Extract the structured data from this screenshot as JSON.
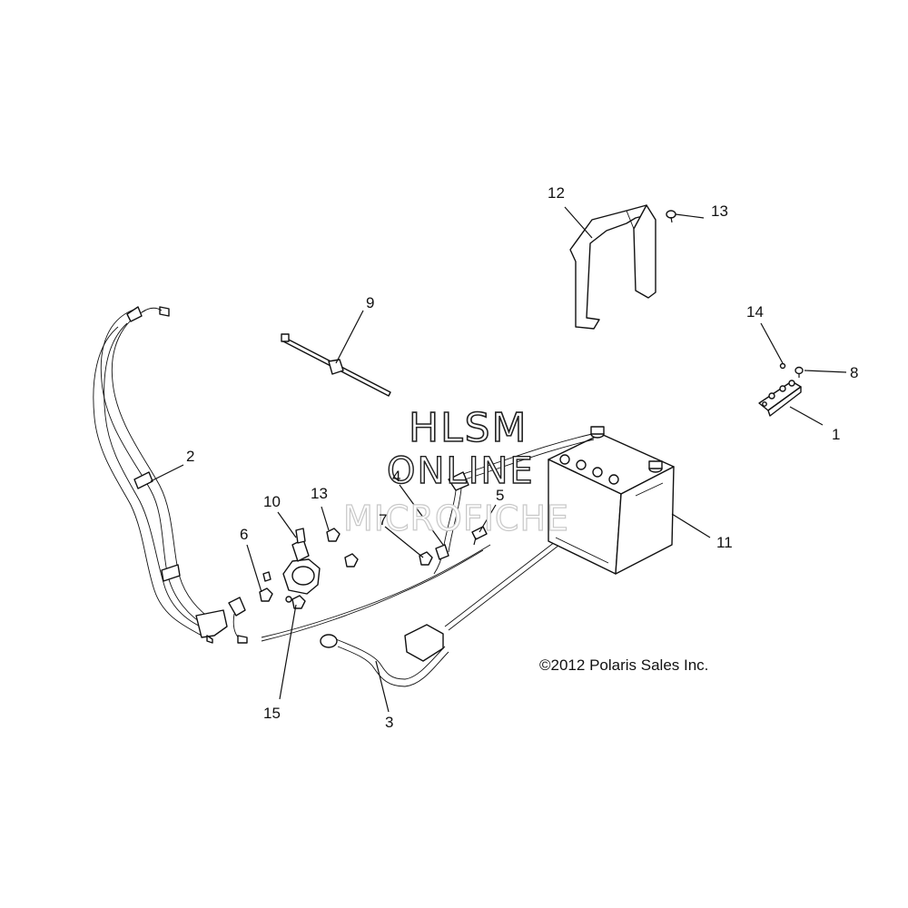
{
  "diagram": {
    "callouts": [
      {
        "id": "1",
        "label": "1"
      },
      {
        "id": "2",
        "label": "2"
      },
      {
        "id": "3",
        "label": "3"
      },
      {
        "id": "4",
        "label": "4"
      },
      {
        "id": "5",
        "label": "5"
      },
      {
        "id": "6",
        "label": "6"
      },
      {
        "id": "7",
        "label": "7"
      },
      {
        "id": "8",
        "label": "8"
      },
      {
        "id": "9",
        "label": "9"
      },
      {
        "id": "10",
        "label": "10"
      },
      {
        "id": "11",
        "label": "11"
      },
      {
        "id": "12",
        "label": "12"
      },
      {
        "id": "13a",
        "label": "13"
      },
      {
        "id": "13b",
        "label": "13"
      },
      {
        "id": "14",
        "label": "14"
      },
      {
        "id": "15",
        "label": "15"
      }
    ],
    "copyright": "©2012 Polaris Sales Inc.",
    "watermark": {
      "line1": "HLSM",
      "line2": "ONLINE",
      "line3": "MICROFICHE"
    }
  }
}
